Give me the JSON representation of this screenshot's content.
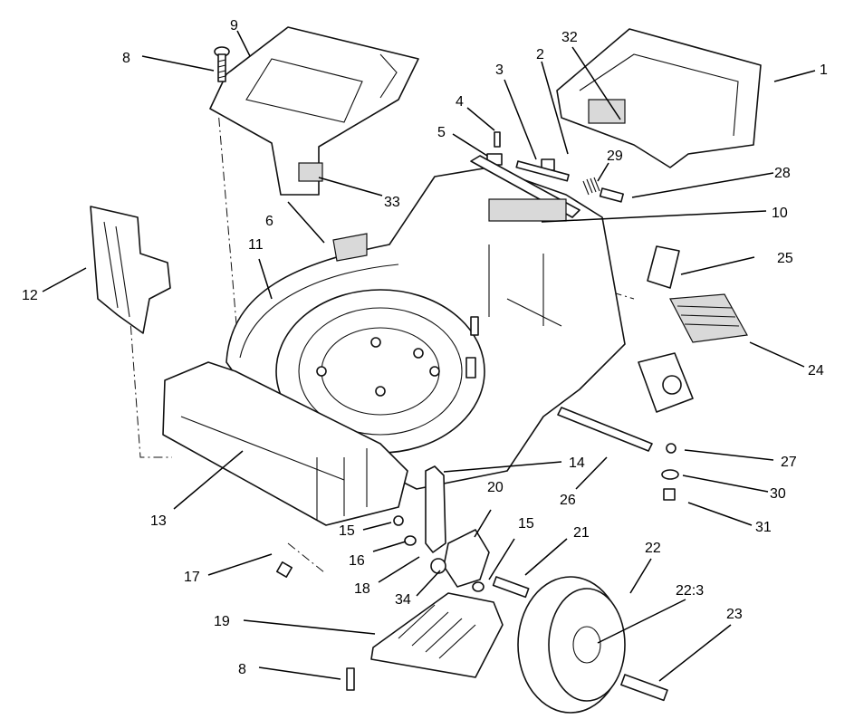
{
  "callouts": [
    {
      "id": "c1",
      "text": "1"
    },
    {
      "id": "c2",
      "text": "2"
    },
    {
      "id": "c3",
      "text": "3"
    },
    {
      "id": "c4",
      "text": "4"
    },
    {
      "id": "c5",
      "text": "5"
    },
    {
      "id": "c6",
      "text": "6"
    },
    {
      "id": "c8a",
      "text": "8"
    },
    {
      "id": "c8b",
      "text": "8"
    },
    {
      "id": "c9",
      "text": "9"
    },
    {
      "id": "c10",
      "text": "10"
    },
    {
      "id": "c11",
      "text": "11"
    },
    {
      "id": "c12",
      "text": "12"
    },
    {
      "id": "c13",
      "text": "13"
    },
    {
      "id": "c14",
      "text": "14"
    },
    {
      "id": "c15a",
      "text": "15"
    },
    {
      "id": "c15b",
      "text": "15"
    },
    {
      "id": "c16",
      "text": "16"
    },
    {
      "id": "c17",
      "text": "17"
    },
    {
      "id": "c18",
      "text": "18"
    },
    {
      "id": "c19",
      "text": "19"
    },
    {
      "id": "c20",
      "text": "20"
    },
    {
      "id": "c21",
      "text": "21"
    },
    {
      "id": "c22",
      "text": "22"
    },
    {
      "id": "c22_3",
      "text": "22:3"
    },
    {
      "id": "c23",
      "text": "23"
    },
    {
      "id": "c24",
      "text": "24"
    },
    {
      "id": "c25",
      "text": "25"
    },
    {
      "id": "c26",
      "text": "26"
    },
    {
      "id": "c27",
      "text": "27"
    },
    {
      "id": "c28",
      "text": "28"
    },
    {
      "id": "c29",
      "text": "29"
    },
    {
      "id": "c30",
      "text": "30"
    },
    {
      "id": "c31",
      "text": "31"
    },
    {
      "id": "c32",
      "text": "32"
    },
    {
      "id": "c33",
      "text": "33"
    },
    {
      "id": "c34",
      "text": "34"
    }
  ]
}
